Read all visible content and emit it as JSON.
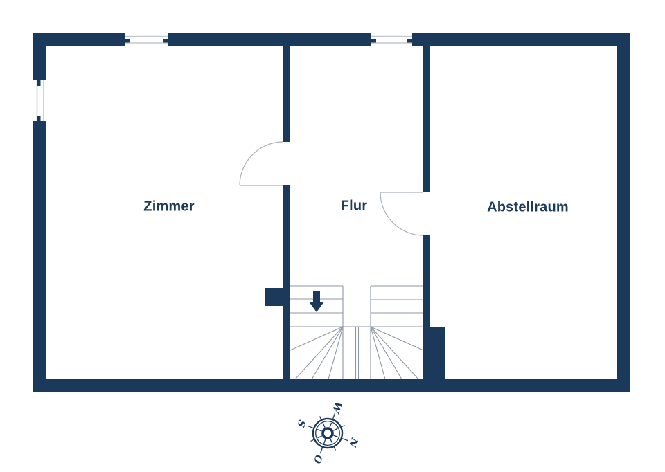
{
  "colors": {
    "wall": "#1B3A5B",
    "floor": "#FFFFFF",
    "room_label": "#1C3A5A",
    "stair_line": "#8C96A4",
    "door_line": "#A9B0B8",
    "window_line": "#C2C8CF",
    "window_tick": "#1B3A5B",
    "arrow": "#1B3A5B",
    "compass": "#1B3A5B"
  },
  "rooms": [
    {
      "name": "Zimmer"
    },
    {
      "name": "Flur"
    },
    {
      "name": "Abstellraum"
    }
  ],
  "stairs": {
    "arrow_direction": "down"
  },
  "compass": {
    "rotation_deg": 110,
    "points": [
      {
        "dir": "north",
        "label": "N"
      },
      {
        "dir": "east",
        "label": "O"
      },
      {
        "dir": "south",
        "label": "S"
      },
      {
        "dir": "west",
        "label": "W"
      }
    ]
  }
}
